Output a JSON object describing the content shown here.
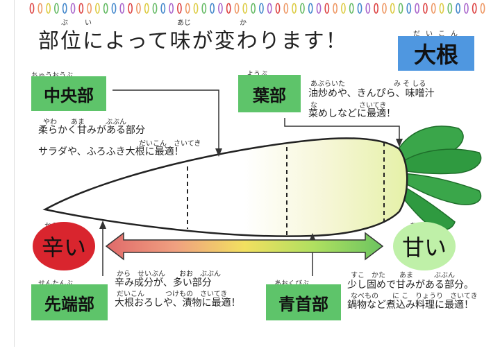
{
  "title": "部位によって味が変わります！",
  "title_ruby": {
    "bu": "ぶ",
    "i": "い",
    "aji": "あじ",
    "ka": "か"
  },
  "vegetable": {
    "label": "大根",
    "ruby": "だいこん"
  },
  "parts": {
    "middle": {
      "label": "中央部",
      "ruby": "ちゅうおうぶ",
      "line1": "柔らかく甘みがある部分",
      "line2": "サラダや、ふろふき大根に最適！",
      "ruby_line1": "やわ　　あま　　　ぶぶん",
      "ruby_line2": "だいこん　さいてき"
    },
    "leaf": {
      "label": "葉部",
      "ruby": "ようぶ",
      "line1": "油炒めや、きんぴら、味噌汁",
      "line2": "菜めしなどに最適！",
      "ruby_line1": "あぶらいた　　　　　　　み そ しる",
      "ruby_line2": "な　　　　　　さいてき"
    },
    "tip": {
      "label": "先端部",
      "ruby": "せんたんぶ",
      "line1": "辛み成分が、多い部分",
      "line2": "大根おろしや、漬物に最適！",
      "ruby_line1": "から　せいぶん　　おお　ぶぶん",
      "ruby_line2": "だいこん　　　つけもの　さいてき"
    },
    "neck": {
      "label": "青首部",
      "ruby": "あおくびぶ",
      "line1": "少し固めで甘みがある部分。",
      "line2": "鍋物など煮込み料理に最適！",
      "ruby_line1": "すこ　かた　　あま　　　ぶぶん",
      "ruby_line2": "なべもの　　に こ　りょうり　さいてき"
    }
  },
  "scale": {
    "spicy": "辛い",
    "spicy_ruby": "から",
    "sweet": "甘い",
    "sweet_ruby": "あま"
  },
  "colors": {
    "green_tag": "#5ec46a",
    "blue_tag": "#4f97e0",
    "spicy": "#d9252e",
    "sweet": "#bff0a8",
    "leaf": "#3aa64a"
  }
}
